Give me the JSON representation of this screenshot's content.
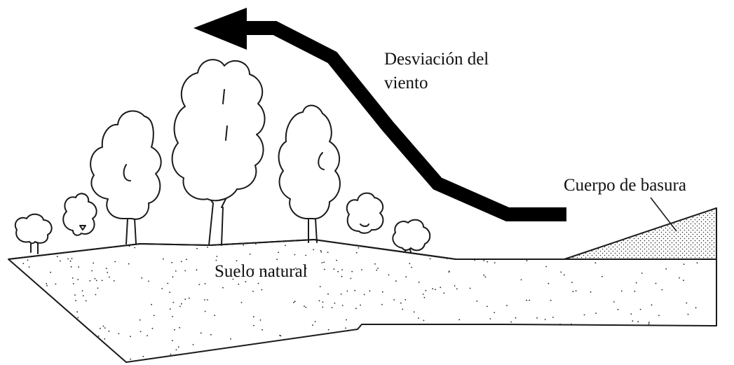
{
  "labels": {
    "wind_line1": "Desviación del",
    "wind_line2": "viento",
    "waste_body": "Cuerpo de basura",
    "natural_soil": "Suelo natural"
  },
  "colors": {
    "stroke": "#1a1a1a",
    "arrow": "#000000",
    "background": "#ffffff",
    "stipple": "#222222"
  }
}
